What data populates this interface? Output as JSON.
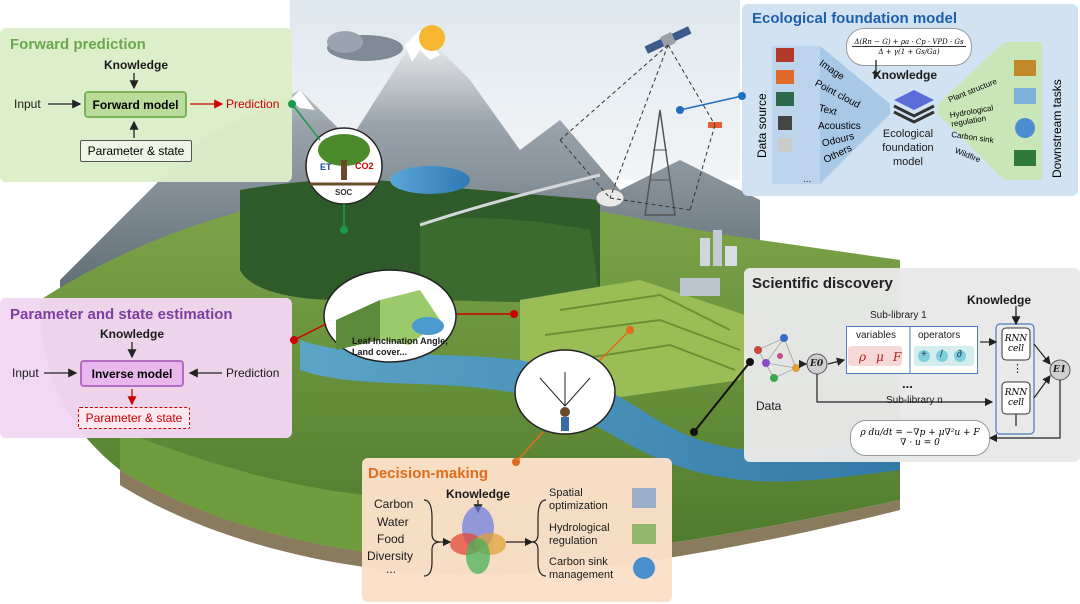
{
  "forward": {
    "title": "Forward prediction",
    "knowledge": "Knowledge",
    "input": "Input",
    "model": "Forward model",
    "prediction": "Prediction",
    "param": "Parameter & state"
  },
  "param_est": {
    "title": "Parameter and state estimation",
    "knowledge": "Knowledge",
    "input": "Input",
    "model": "Inverse model",
    "prediction": "Prediction",
    "param": "Parameter & state"
  },
  "foundation": {
    "title": "Ecological foundation model",
    "equation_num": "Δ(Rn − G) + ρa · Cp · VPD · Gs",
    "equation_den": "Δ + γ(1 + Gs/Ga)",
    "knowledge": "Knowledge",
    "data_source": "Data source",
    "sources": [
      "Image",
      "Point cloud",
      "Text",
      "Acoustics",
      "Odours",
      "Others"
    ],
    "dots": "...",
    "model_label_1": "Ecological",
    "model_label_2": "foundation",
    "model_label_3": "model",
    "downstream": "Downstream tasks",
    "tasks": [
      "Plant structure",
      "Hydrological regulation",
      "Carbon sink",
      "Wildfire"
    ]
  },
  "discovery": {
    "title": "Scientific discovery",
    "knowledge": "Knowledge",
    "sublib1": "Sub-library 1",
    "variables": "variables",
    "operators": "operators",
    "var_symbols": [
      "ρ",
      "μ",
      "F"
    ],
    "op_symbols": [
      "+",
      "/",
      "∂"
    ],
    "ellipsis": "...",
    "sublibn": "Sub-library n",
    "data": "Data",
    "e0": "E0",
    "e1": "E1",
    "rnn1": "RNN cell",
    "rnn2": "RNN cell",
    "vdots": "⋮",
    "eq1": "ρ du/dt = −∇p + μ∇²u + F",
    "eq2": "∇ · u = 0"
  },
  "decision": {
    "title": "Decision-making",
    "knowledge": "Knowledge",
    "inputs": [
      "Carbon",
      "Water",
      "Food",
      "Diversity",
      "..."
    ],
    "outputs": [
      "Spatial optimization",
      "Hydrological regulation",
      "Carbon sink management"
    ]
  },
  "scene": {
    "et": "ET",
    "co2": "CO2",
    "soc": "SOC",
    "leaf_1": "Leaf Inclination Angle;",
    "leaf_2": "Land cover..."
  },
  "colors": {
    "forward_panel": "#dcedc8",
    "forward_title": "#6aa84f",
    "param_panel": "#f3d6f3",
    "param_title": "#7b3fa0",
    "foundation_panel": "#cfe2f3",
    "foundation_title": "#1f5fa8",
    "discovery_panel": "#e8e8e8",
    "decision_panel": "#fbe0c8",
    "decision_title": "#e06c1c",
    "red_accent": "#cc0000"
  }
}
